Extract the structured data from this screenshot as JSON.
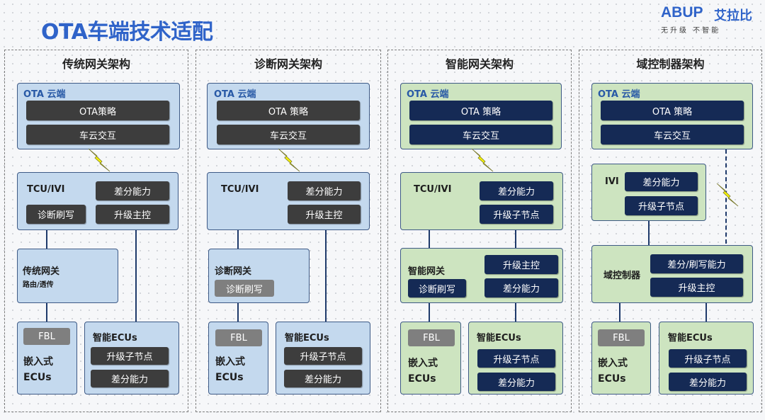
{
  "title": "OTA车端技术适配",
  "logo": {
    "brand": "ABUP",
    "brand_cn": "艾拉比",
    "tagline": "无升级  不智能"
  },
  "arch1": {
    "title": "传统网关架构",
    "cloud": {
      "label": "OTA 云端",
      "items": [
        "OTA策略",
        "车云交互"
      ]
    },
    "tcu": {
      "label": "TCU/IVI",
      "left": "诊断刷写",
      "right": [
        "差分能力",
        "升级主控"
      ]
    },
    "gateway": {
      "label": "传统网关",
      "sub": "路由/透传"
    },
    "fbl": "FBL",
    "embedded": [
      "嵌入式",
      "ECUs"
    ],
    "smart": {
      "label": "智能ECUs",
      "items": [
        "升级子节点",
        "差分能力"
      ]
    }
  },
  "arch2": {
    "title": "诊断网关架构",
    "cloud": {
      "label": "OTA 云端",
      "items": [
        "OTA 策略",
        "车云交互"
      ]
    },
    "tcu": {
      "label": "TCU/IVI",
      "right": [
        "差分能力",
        "升级主控"
      ]
    },
    "gateway": {
      "label": "诊断网关",
      "pill": "诊断刷写"
    },
    "fbl": "FBL",
    "embedded": [
      "嵌入式",
      "ECUs"
    ],
    "smart": {
      "label": "智能ECUs",
      "items": [
        "升级子节点",
        "差分能力"
      ]
    }
  },
  "arch3": {
    "title": "智能网关架构",
    "cloud": {
      "label": "OTA 云端",
      "items": [
        "OTA 策略",
        "车云交互"
      ]
    },
    "tcu": {
      "label": "TCU/IVI",
      "right": [
        "差分能力",
        "升级子节点"
      ]
    },
    "gateway": {
      "label": "智能网关",
      "left": "诊断刷写",
      "right": [
        "升级主控",
        "差分能力"
      ]
    },
    "fbl": "FBL",
    "embedded": [
      "嵌入式",
      "ECUs"
    ],
    "smart": {
      "label": "智能ECUs",
      "items": [
        "升级子节点",
        "差分能力"
      ]
    }
  },
  "arch4": {
    "title": "域控制器架构",
    "cloud": {
      "label": "OTA 云端",
      "items": [
        "OTA 策略",
        "车云交互"
      ]
    },
    "ivi": {
      "label": "IVI",
      "items": [
        "差分能力",
        "升级子节点"
      ]
    },
    "domain": {
      "label": "域控制器",
      "items": [
        "差分/刷写能力",
        "升级主控"
      ]
    },
    "fbl": "FBL",
    "embedded": [
      "嵌入式",
      "ECUs"
    ],
    "smart": {
      "label": "智能ECUs",
      "items": [
        "升级子节点",
        "差分能力"
      ]
    }
  },
  "colors": {
    "accent": "#2f63c9",
    "blue_box": "#c4d9ee",
    "green_box": "#cde4c0",
    "dark_pill": "#3d3d3d",
    "navy_pill": "#152a55",
    "lightning": "#f5f200"
  }
}
